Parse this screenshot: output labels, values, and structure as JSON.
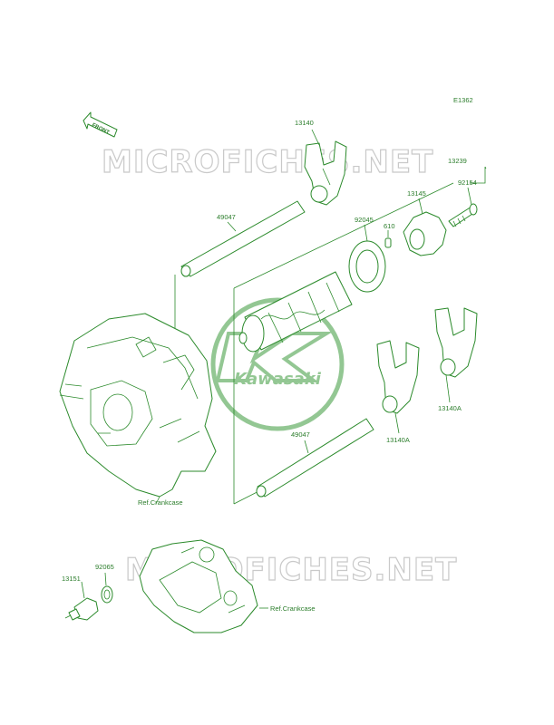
{
  "diagram_code": "E1362",
  "front_arrow_label": "FRONT",
  "watermark_text": "MICROFICHES.NET",
  "brand_logo_text": "Kawasaki",
  "parts": {
    "fork_top": "13140",
    "drum_assembly": "13239",
    "shift_rod_upper": "49047",
    "bearing": "92045",
    "pin": "610",
    "drum_cam": "13145",
    "bolt": "92154",
    "fork_right": "13140A",
    "fork_center": "13140A",
    "shift_rod_lower": "49047",
    "oring": "92065",
    "neutral_switch": "13151"
  },
  "refs": {
    "crankcase_upper": "Ref.Crankcase",
    "crankcase_lower": "Ref.Crankcase"
  },
  "colors": {
    "line_green": "#2b8a2b",
    "watermark_grey": "#c9c9c9",
    "logo_green": "#3c9a3c"
  }
}
